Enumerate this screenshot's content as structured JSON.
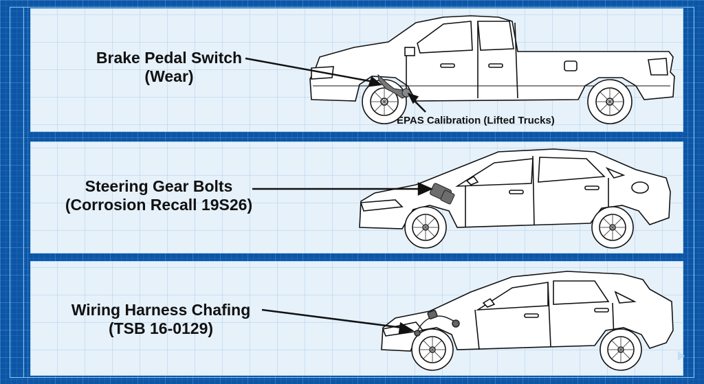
{
  "diagram": {
    "style": "blueprint",
    "colors": {
      "background": "#0d56a6",
      "panel": "#e6f1fa",
      "line": "#111111",
      "component": "#6b6b6b"
    },
    "panels": [
      {
        "vehicle": "pickup-truck",
        "callouts": [
          {
            "title": "Brake Pedal Switch",
            "subtitle": "(Wear)"
          },
          {
            "title": "EPAS Calibration (Lifted Trucks)"
          }
        ]
      },
      {
        "vehicle": "sedan",
        "callouts": [
          {
            "title": "Steering Gear Bolts",
            "subtitle": "(Corrosion Recall 19S26)"
          }
        ]
      },
      {
        "vehicle": "hatchback",
        "callouts": [
          {
            "title": "Wiring Harness Chafing",
            "subtitle": "(TSB 16-0129)"
          }
        ]
      }
    ]
  }
}
